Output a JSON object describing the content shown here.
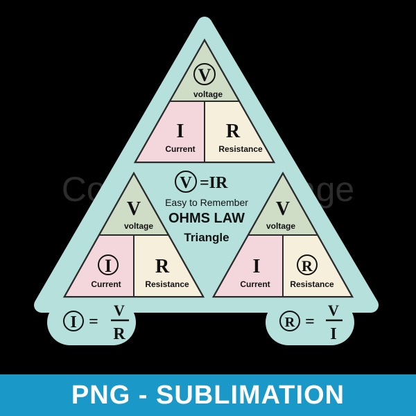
{
  "colors": {
    "background": "#000000",
    "base": "#b5e0dc",
    "outline": "#2a2a2a",
    "top_cell": "#cfdcc6",
    "left_cell": "#f4d7dc",
    "right_cell": "#f6efdc",
    "banner": "#1a98c8",
    "banner_text": "#ffffff",
    "watermark": "#2c2c2c"
  },
  "watermark": "Copyrighted Image",
  "top_triangle": {
    "symbol": "V",
    "symbol_circled": true,
    "top_label": "voltage",
    "left_symbol": "I",
    "left_label": "Current",
    "right_symbol": "R",
    "right_label": "Resistance"
  },
  "left_triangle": {
    "symbol": "V",
    "top_label": "voltage",
    "left_symbol": "I",
    "left_circled": true,
    "left_label": "Current",
    "right_symbol": "R",
    "right_label": "Resistance"
  },
  "right_triangle": {
    "symbol": "V",
    "top_label": "voltage",
    "left_symbol": "I",
    "left_label": "Current",
    "right_symbol": "R",
    "right_circled": true,
    "right_label": "Resistance"
  },
  "center": {
    "formula_symbol": "V",
    "formula_rest": "=IR",
    "line1": "Easy to Remember",
    "line2": "OHMS LAW",
    "line3": "Triangle"
  },
  "formula_current": {
    "result": "I",
    "equals": "=",
    "numerator": "V",
    "denominator": "R"
  },
  "formula_resistance": {
    "result": "R",
    "equals": "=",
    "numerator": "V",
    "denominator": "I"
  },
  "banner": {
    "text": "PNG - SUBLIMATION"
  }
}
